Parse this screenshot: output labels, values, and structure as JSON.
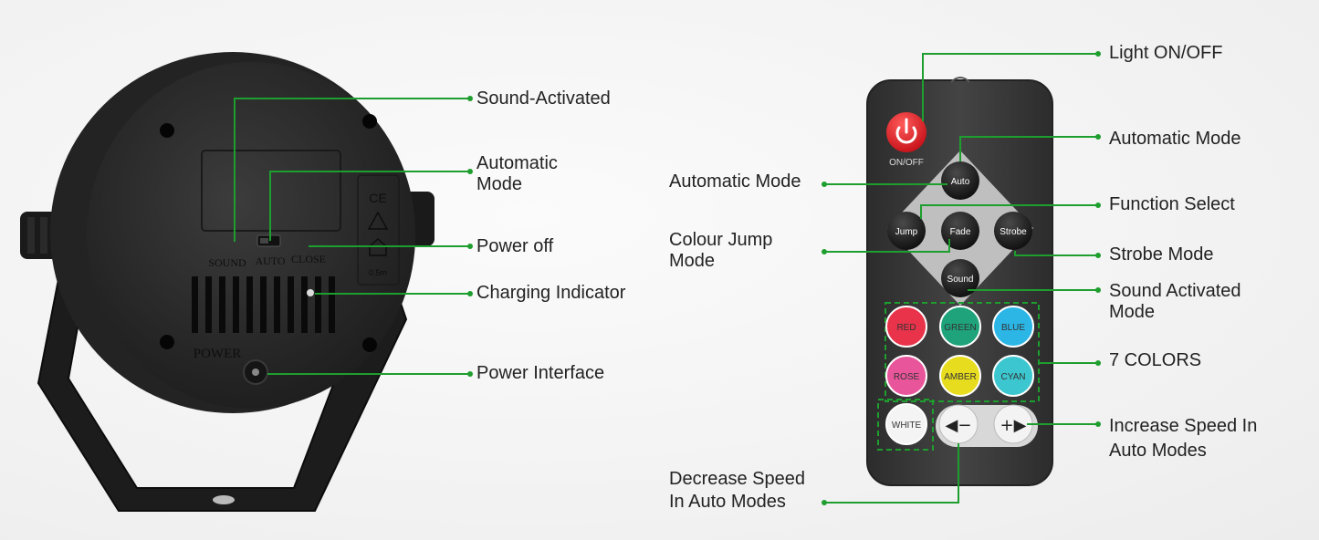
{
  "device": {
    "switch_labels": [
      "SOUND",
      "AUTO",
      "CLOSE"
    ],
    "power_label": "POWER",
    "cert_marks": [
      "CE",
      "0.5m"
    ]
  },
  "device_callouts": [
    {
      "id": "sound-activated",
      "lines": [
        "Sound-Activated"
      ]
    },
    {
      "id": "automatic-mode",
      "lines": [
        "Automatic",
        "Mode"
      ]
    },
    {
      "id": "power-off",
      "lines": [
        "Power off"
      ]
    },
    {
      "id": "charging-indicator",
      "lines": [
        "Charging Indicator"
      ]
    },
    {
      "id": "power-interface",
      "lines": [
        "Power Interface"
      ]
    }
  ],
  "remote": {
    "power_label": "ON/OFF",
    "mode_buttons": [
      "Auto",
      "Jump",
      "Fade",
      "Strobe",
      "Sound"
    ],
    "color_buttons": [
      {
        "label": "RED",
        "color": "#e8334a"
      },
      {
        "label": "GREEN",
        "color": "#1fa37a"
      },
      {
        "label": "BLUE",
        "color": "#2bb6e6"
      },
      {
        "label": "ROSE",
        "color": "#e9559a"
      },
      {
        "label": "AMBER",
        "color": "#e8dc1e"
      },
      {
        "label": "CYAN",
        "color": "#3cc6cf"
      },
      {
        "label": "WHITE",
        "color": "#f4f4f4"
      }
    ],
    "speed_buttons": [
      "◀−",
      "+▶"
    ]
  },
  "remote_callouts_left": [
    {
      "id": "automatic-mode-left",
      "lines": [
        "Automatic Mode"
      ]
    },
    {
      "id": "colour-jump-mode",
      "lines": [
        "Colour Jump",
        "Mode"
      ]
    },
    {
      "id": "decrease-speed",
      "lines": [
        "Decrease Speed",
        "In Auto Modes"
      ]
    }
  ],
  "remote_callouts_right": [
    {
      "id": "light-on-off",
      "lines": [
        "Light ON/OFF"
      ]
    },
    {
      "id": "automatic-mode-right",
      "lines": [
        "Automatic Mode"
      ]
    },
    {
      "id": "function-select",
      "lines": [
        "Function Select"
      ]
    },
    {
      "id": "strobe-mode",
      "lines": [
        "Strobe Mode"
      ]
    },
    {
      "id": "sound-activated-mode",
      "lines": [
        "Sound Activated",
        "Mode"
      ]
    },
    {
      "id": "seven-colors",
      "lines": [
        "7 COLORS"
      ]
    },
    {
      "id": "increase-speed",
      "lines": [
        "Increase Speed In",
        "Auto Modes"
      ]
    }
  ],
  "colors": {
    "leader": "#1e9e2e",
    "device_body": "#2e2e2e",
    "remote_body": "#3a3a3a",
    "power_button": "#e8262b"
  }
}
